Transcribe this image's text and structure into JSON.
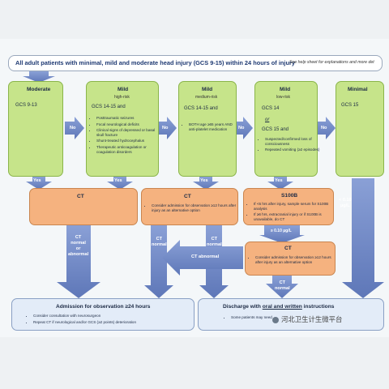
{
  "header": {
    "title": "All adult patients with minimal, mild and moderate head injury (GCS 9-15) within 24 hours of injury",
    "help": "See help sheet for explanations and more det"
  },
  "columns": {
    "moderate": {
      "title": "Moderate",
      "gcs": "GCS 9-13"
    },
    "mild_high": {
      "title": "Mild",
      "subtitle": "high-risk",
      "gcs": "GCS 14-15 and",
      "bullets": [
        "Posttraumatic seizures",
        "Focal neurological deficits",
        "Clinical signs of depressed or basal skull fracture",
        "Shunt-treated hydrocephalus",
        "Therapeutic anticoagulation or coagulation disorders"
      ]
    },
    "mild_medium": {
      "title": "Mild",
      "subtitle": "medium-risk",
      "gcs": "GCS 14-15 and",
      "bullets": [
        "BOTH age ≥65 years AND anti-platelet medication"
      ]
    },
    "mild_low": {
      "title": "Mild",
      "subtitle": "low-risk",
      "gcs": "GCS 14",
      "or": "or",
      "gcs2": "GCS 15 and",
      "bullets": [
        "Suspected/confirmed loss of consciousness",
        "Repeated vomiting (≥2 episodes)"
      ]
    },
    "minimal": {
      "title": "Minimal",
      "gcs": "GCS 15"
    }
  },
  "arrows": {
    "no": "No",
    "yes": "Yes",
    "ct_normal_or_abnormal": [
      "CT",
      "normal",
      "or",
      "abnormal"
    ],
    "ct_normal": [
      "CT",
      "normal"
    ],
    "ct_abnormal": "CT abnormal",
    "s100b_high": "≥ 0.10 µg/L",
    "s100b_low": [
      "< 0.10",
      "µg/L"
    ]
  },
  "ct_box1": {
    "title": "CT"
  },
  "ct_box2": {
    "title": "CT",
    "bullet": "Consider admission for observation ≥12 hours after injury as an alternative option"
  },
  "s100b_box": {
    "title": "S100B",
    "bullets": [
      "If <6 hrs after injury, sample serum for S100B analysis",
      "If ≥6 hrs, extracranial injury or if S100B is unavailable, do CT"
    ]
  },
  "ct_box3": {
    "title": "CT",
    "bullet": "Consider admission for observation ≥12 hours after injury as an alternative option"
  },
  "admission": {
    "title": "Admission for observation ≥24 hours",
    "bullets": [
      "Consider consultation with neurosurgeon",
      "Repeat CT if neurological and/or GCS (≥2 points) deterioration"
    ]
  },
  "discharge": {
    "title_prefix": "Discharge with ",
    "title_underline": "oral and written",
    "title_suffix": " instructions",
    "bullet": "Some patients may need"
  },
  "watermark": "河北卫生计生微平台",
  "colors": {
    "green": "#c6e48a",
    "orange": "#f5b27f",
    "arrow_blue": "#6f88c6",
    "header_blue": "#1f3a73"
  }
}
